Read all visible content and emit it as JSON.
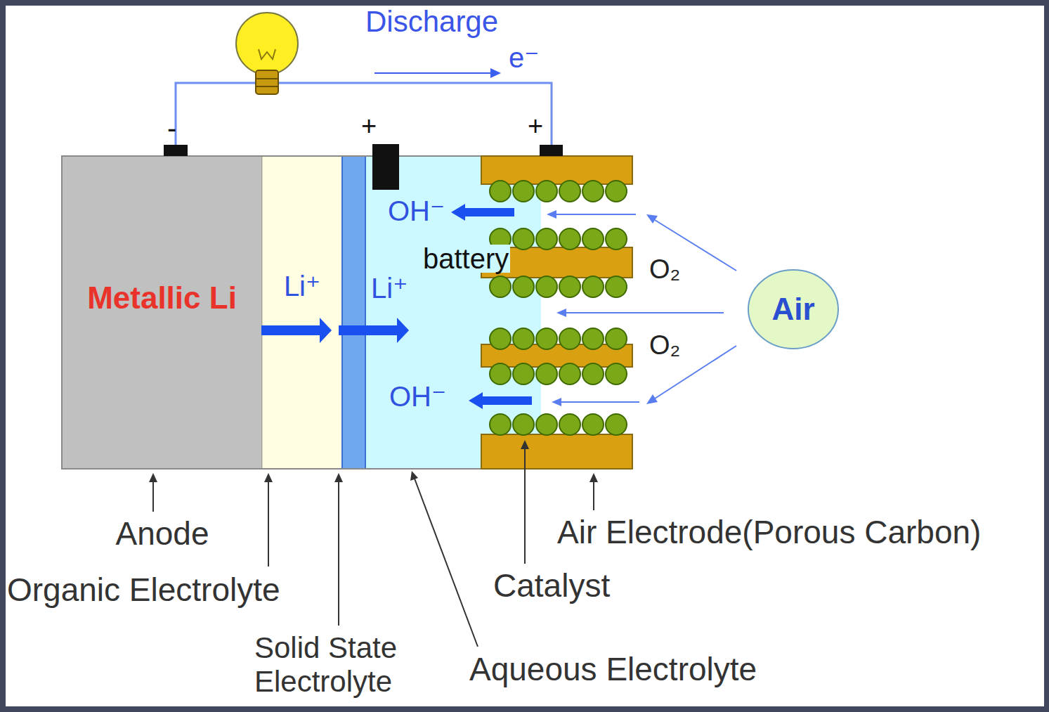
{
  "diagram": {
    "nodes": [
      {
        "text": [
          "Metallic Li"
        ]
      },
      {
        "text": [
          "Li⁺"
        ]
      },
      {
        "text": [
          "Li⁺",
          "OH⁻",
          "OH⁻"
        ]
      },
      {
        "text": [
          "Air"
        ]
      }
    ],
    "labels": [
      "Discharge",
      "e⁻",
      "-",
      "+",
      "+",
      "battery",
      "O₂",
      "O₂",
      "Anode",
      "Organic Electrolyte",
      "Solid State Electrolyte",
      "Catalyst",
      "Aqueous Electrolyte",
      "Air Electrode(Porous Carbon)"
    ]
  }
}
